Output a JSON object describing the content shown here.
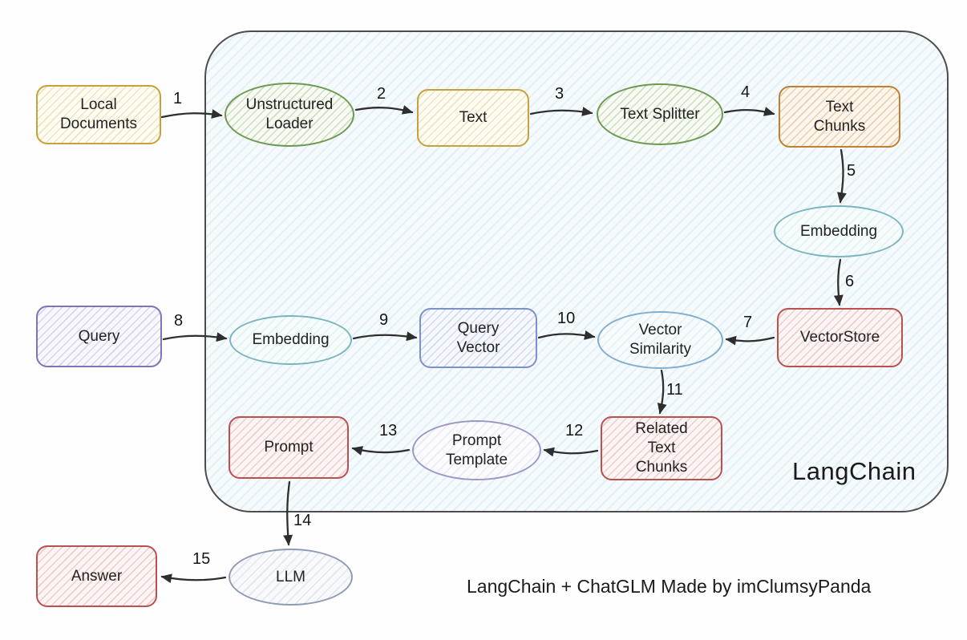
{
  "diagram": {
    "container_label": "LangChain",
    "caption": "LangChain + ChatGLM Made by imClumsyPanda",
    "colors": {
      "yellow": "#c7a13c",
      "green": "#6d9a50",
      "orange": "#c08030",
      "teal": "#79b6bd",
      "red": "#b9524e",
      "purple": "#7d76b5",
      "blue": "#7c90ca",
      "skyblue": "#82aecf",
      "lavender": "#9d97c7",
      "grayblue": "#8e9bb3",
      "container_fill": "#f5fafd",
      "container_border": "#4d4d4d",
      "arrow": "#2e2e2e"
    },
    "nodes": {
      "local_documents": {
        "label": "Local Documents",
        "shape": "rect",
        "color": "yellow"
      },
      "unstructured_loader": {
        "label": "Unstructured Loader",
        "shape": "ellipse",
        "color": "green"
      },
      "text": {
        "label": "Text",
        "shape": "rect",
        "color": "yellow"
      },
      "text_splitter": {
        "label": "Text Splitter",
        "shape": "ellipse",
        "color": "green"
      },
      "text_chunks": {
        "label": "Text Chunks",
        "shape": "rect",
        "color": "orange"
      },
      "embedding_docs": {
        "label": "Embedding",
        "shape": "ellipse",
        "color": "teal"
      },
      "vectorstore": {
        "label": "VectorStore",
        "shape": "rect",
        "color": "red"
      },
      "query": {
        "label": "Query",
        "shape": "rect",
        "color": "purple"
      },
      "embedding_query": {
        "label": "Embedding",
        "shape": "ellipse",
        "color": "teal"
      },
      "query_vector": {
        "label": "Query Vector",
        "shape": "rect",
        "color": "blue"
      },
      "vector_similarity": {
        "label": "Vector Similarity",
        "shape": "ellipse",
        "color": "skyblue"
      },
      "related_text_chunks": {
        "label": "Related Text Chunks",
        "shape": "rect",
        "color": "red"
      },
      "prompt_template": {
        "label": "Prompt Template",
        "shape": "ellipse",
        "color": "lavender"
      },
      "prompt": {
        "label": "Prompt",
        "shape": "rect",
        "color": "red"
      },
      "llm": {
        "label": "LLM",
        "shape": "ellipse",
        "color": "grayblue"
      },
      "answer": {
        "label": "Answer",
        "shape": "rect",
        "color": "red"
      }
    },
    "edges": {
      "e1": {
        "label": "1",
        "from": "Local Documents",
        "to": "Unstructured Loader"
      },
      "e2": {
        "label": "2",
        "from": "Unstructured Loader",
        "to": "Text"
      },
      "e3": {
        "label": "3",
        "from": "Text",
        "to": "Text Splitter"
      },
      "e4": {
        "label": "4",
        "from": "Text Splitter",
        "to": "Text Chunks"
      },
      "e5": {
        "label": "5",
        "from": "Text Chunks",
        "to": "Embedding"
      },
      "e6": {
        "label": "6",
        "from": "Embedding",
        "to": "VectorStore"
      },
      "e7": {
        "label": "7",
        "from": "VectorStore",
        "to": "Vector Similarity"
      },
      "e8": {
        "label": "8",
        "from": "Query",
        "to": "Embedding"
      },
      "e9": {
        "label": "9",
        "from": "Embedding",
        "to": "Query Vector"
      },
      "e10": {
        "label": "10",
        "from": "Query Vector",
        "to": "Vector Similarity"
      },
      "e11": {
        "label": "11",
        "from": "Vector Similarity",
        "to": "Related Text Chunks"
      },
      "e12": {
        "label": "12",
        "from": "Related Text Chunks",
        "to": "Prompt Template"
      },
      "e13": {
        "label": "13",
        "from": "Prompt Template",
        "to": "Prompt"
      },
      "e14": {
        "label": "14",
        "from": "Prompt",
        "to": "LLM"
      },
      "e15": {
        "label": "15",
        "from": "LLM",
        "to": "Answer"
      }
    }
  }
}
